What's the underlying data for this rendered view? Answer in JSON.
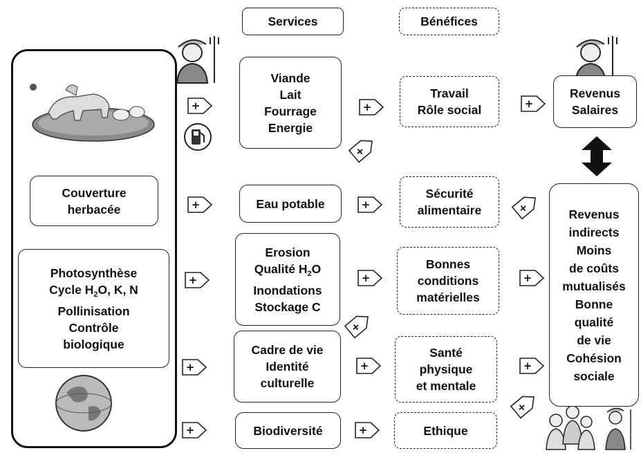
{
  "headers": {
    "services": "Services",
    "benefices": "Bénéfices"
  },
  "left": {
    "couverture": [
      "Couverture",
      "herbacée"
    ],
    "processes": [
      "Photosynthèse",
      "Cycle H",
      "2",
      "O, K, N",
      "Pollinisation",
      "Contrôle",
      "biologique"
    ]
  },
  "services": {
    "s1": [
      "Viande",
      "Lait",
      "Fourrage",
      "Energie"
    ],
    "s2": "Eau potable",
    "s3": [
      "Erosion",
      "Qualité H",
      "2",
      "O",
      "Inondations",
      "Stockage C"
    ],
    "s4": [
      "Cadre de vie",
      "Identité",
      "culturelle"
    ],
    "s5": "Biodiversité"
  },
  "benefits": {
    "b1": [
      "Travail",
      "Rôle social"
    ],
    "b2": [
      "Sécurité",
      "alimentaire"
    ],
    "b3": [
      "Bonnes",
      "conditions",
      "matérielles"
    ],
    "b4": [
      "Santé",
      "physique",
      "et mentale"
    ],
    "b5": "Ethique"
  },
  "outcomes": {
    "salaires": [
      "Revenus",
      "Salaires"
    ],
    "indirects": [
      "Revenus",
      "indirects",
      "Moins",
      "de coûts",
      "mutualisés",
      "Bonne",
      "qualité",
      "de vie",
      "Cohésion",
      "sociale"
    ]
  },
  "plus_symbol": "+",
  "icons": [
    "farmer-icon",
    "pasture-animals-icon",
    "fuel-pump-icon",
    "globe-icon",
    "people-group-icon"
  ]
}
